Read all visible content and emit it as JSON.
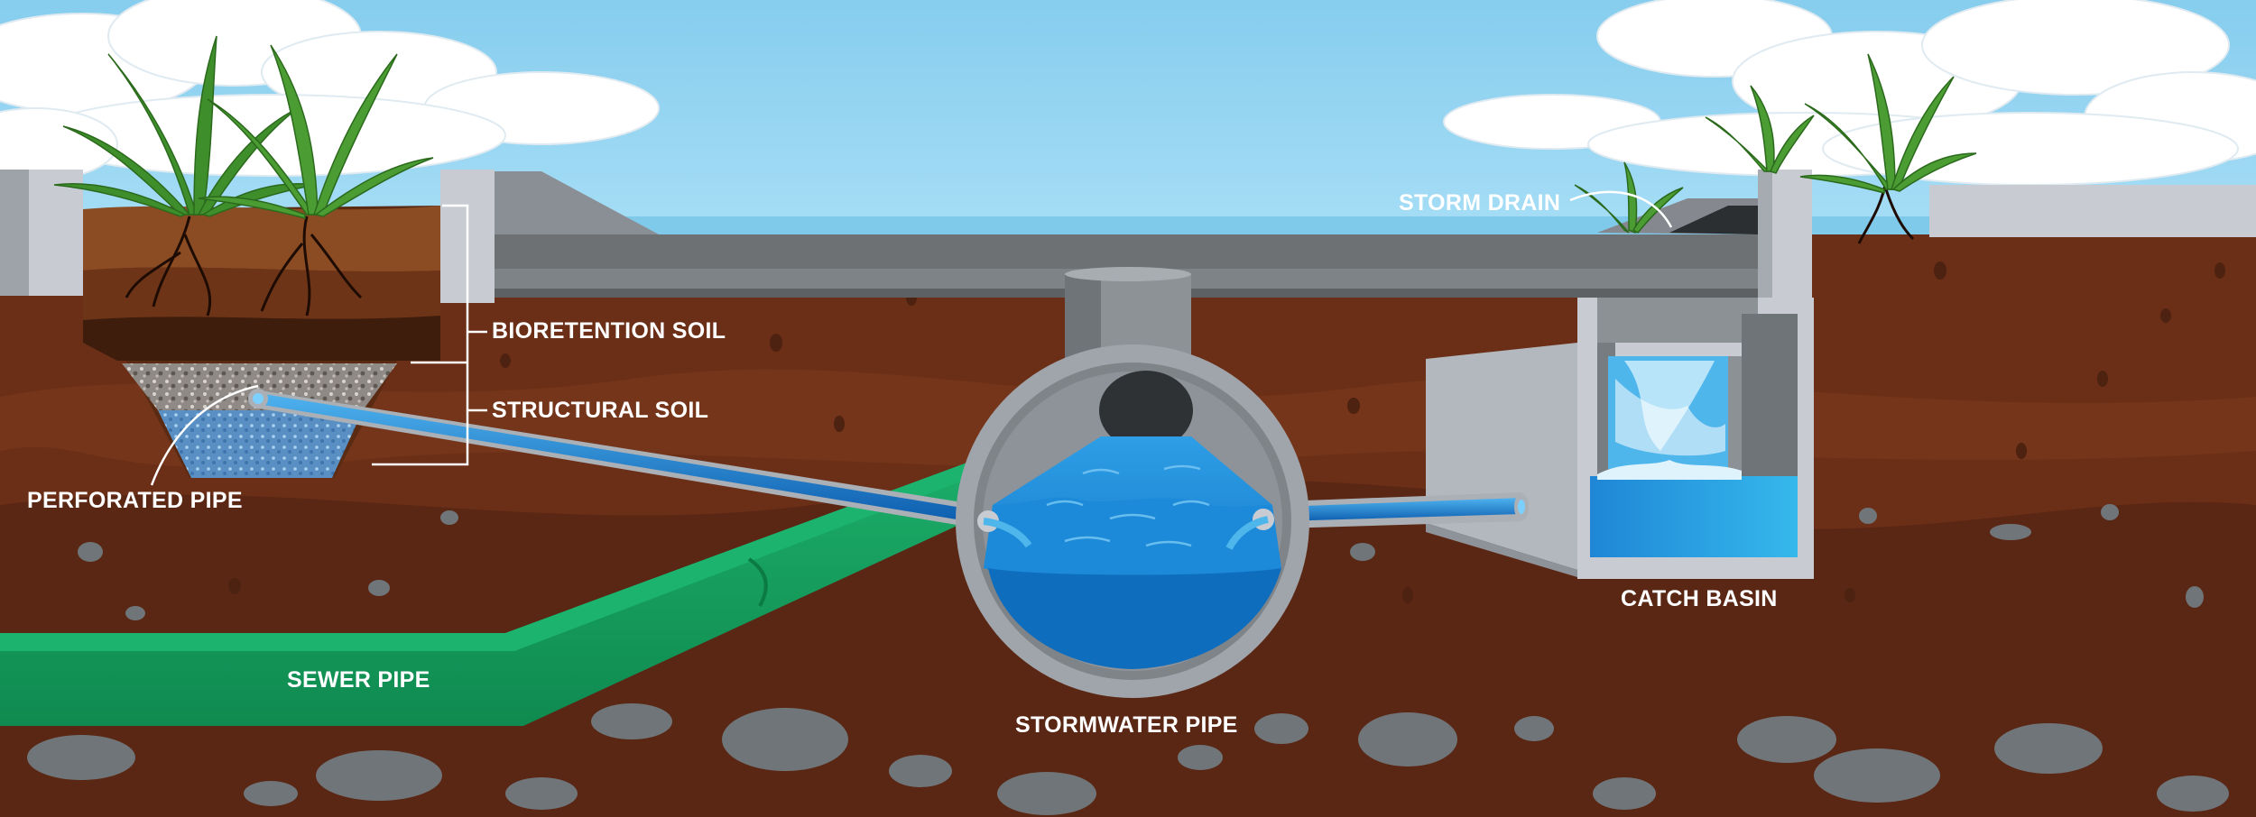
{
  "labels": {
    "storm_drain": "STORM DRAIN",
    "bioretention_soil": "BIORETENTION SOIL",
    "structural_soil": "STRUCTURAL SOIL",
    "perforated_pipe": "PERFORATED PIPE",
    "catch_basin": "CATCH BASIN",
    "sewer_pipe": "SEWER PIPE",
    "stormwater_pipe": "STORMWATER PIPE"
  },
  "colors": {
    "sky": "#8fd3f1",
    "soil": "#6e3218",
    "soil_dark": "#5a2814",
    "concrete": "#c9cdd3",
    "concrete_dark": "#7d8288",
    "road": "#6e7276",
    "water": "#1d8fd8",
    "sewer": "#149a5c",
    "grass": "#3f8e2c",
    "rock": "#6f7579"
  }
}
